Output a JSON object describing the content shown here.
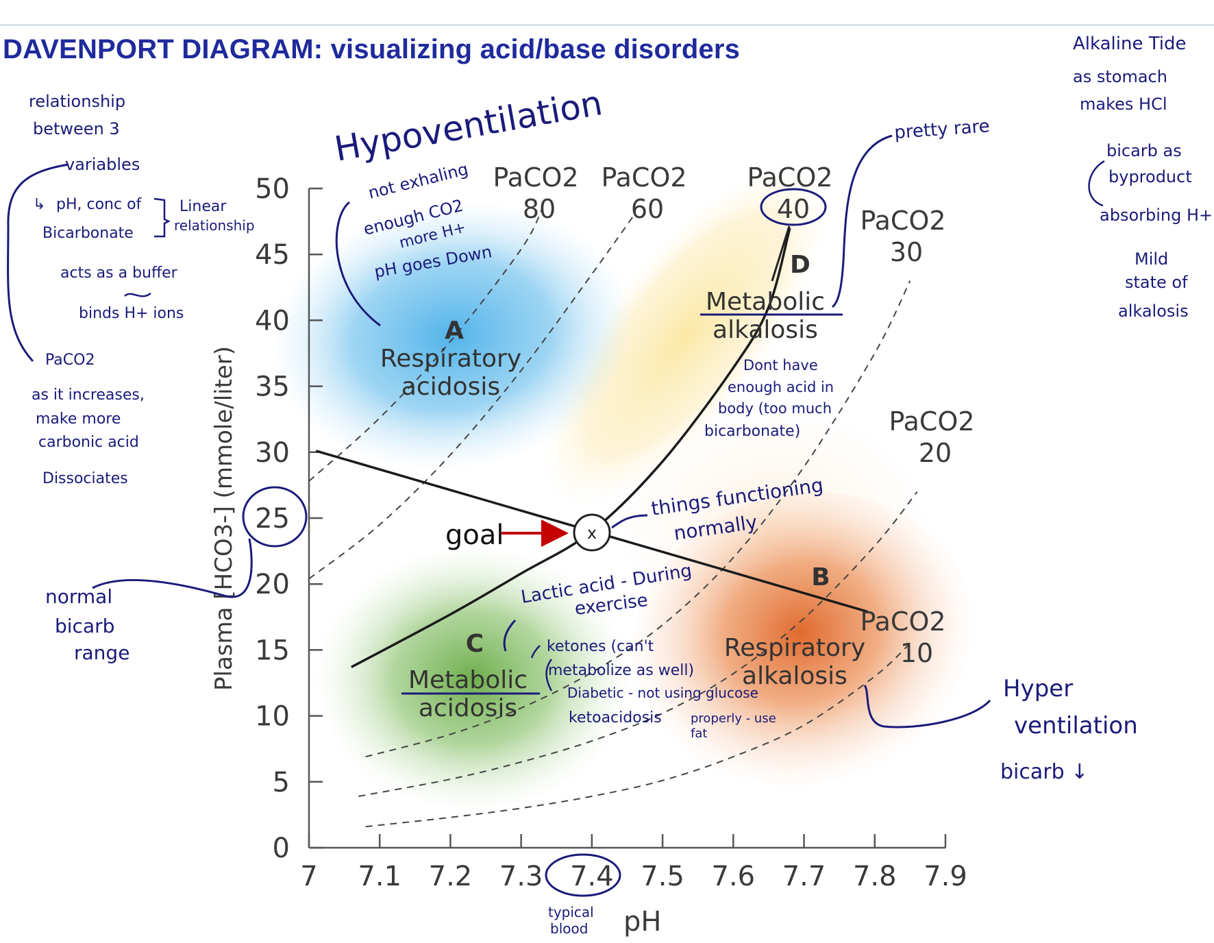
{
  "title": "DAVENPORT DIAGRAM: visualizing acid/base disorders",
  "colors": {
    "ink": "#1a1a7a",
    "title": "#1f2a9c",
    "axis": "#555555",
    "zone_blue": "#5bb8ea",
    "zone_yellow": "#fbe9a8",
    "zone_green": "#79b65a",
    "zone_orange": "#e7834a",
    "goal_arrow": "#c40000"
  },
  "chart_data": {
    "type": "line",
    "xlabel": "pH",
    "ylabel": "Plasma [HCO3-] (mmole/liter)",
    "xlim": [
      7.0,
      7.9
    ],
    "ylim": [
      0,
      50
    ],
    "x_ticks": [
      "7",
      "7.1",
      "7.2",
      "7.3",
      "7.4",
      "7.5",
      "7.6",
      "7.7",
      "7.8",
      "7.9"
    ],
    "y_ticks": [
      "0",
      "5",
      "10",
      "15",
      "20",
      "25",
      "30",
      "35",
      "40",
      "45",
      "50"
    ],
    "isobars": [
      {
        "label_top": "PaCO2",
        "label_value": "80",
        "points": [
          [
            7.0,
            27.8
          ],
          [
            7.1,
            32.6
          ],
          [
            7.2,
            38.4
          ],
          [
            7.3,
            45.4
          ],
          [
            7.33,
            48.5
          ]
        ]
      },
      {
        "label_top": "PaCO2",
        "label_value": "60",
        "points": [
          [
            7.0,
            20.4
          ],
          [
            7.1,
            24.5
          ],
          [
            7.2,
            29.8
          ],
          [
            7.3,
            36.2
          ],
          [
            7.4,
            43.5
          ],
          [
            7.46,
            48.0
          ]
        ]
      },
      {
        "label_top": "PaCO2",
        "label_value": "40",
        "points": [
          [
            7.06,
            13.7
          ],
          [
            7.2,
            17.7
          ],
          [
            7.3,
            20.8
          ],
          [
            7.4,
            24.0
          ],
          [
            7.5,
            29.3
          ],
          [
            7.6,
            36.4
          ],
          [
            7.65,
            41.0
          ],
          [
            7.68,
            47.0
          ]
        ]
      },
      {
        "label_top": "PaCO2",
        "label_value": "30",
        "points": [
          [
            7.08,
            6.9
          ],
          [
            7.2,
            8.6
          ],
          [
            7.3,
            10.6
          ],
          [
            7.4,
            13.3
          ],
          [
            7.5,
            16.9
          ],
          [
            7.6,
            22.0
          ],
          [
            7.7,
            28.9
          ],
          [
            7.8,
            37.5
          ],
          [
            7.85,
            43.0
          ]
        ]
      },
      {
        "label_top": "PaCO2",
        "label_value": "20",
        "points": [
          [
            7.07,
            3.9
          ],
          [
            7.2,
            5.2
          ],
          [
            7.3,
            6.5
          ],
          [
            7.4,
            8.1
          ],
          [
            7.5,
            10.2
          ],
          [
            7.6,
            13.2
          ],
          [
            7.7,
            17.4
          ],
          [
            7.8,
            22.9
          ],
          [
            7.86,
            27.0
          ]
        ]
      },
      {
        "label_top": "PaCO2",
        "label_value": "10",
        "points": [
          [
            7.08,
            1.6
          ],
          [
            7.2,
            2.3
          ],
          [
            7.3,
            3.0
          ],
          [
            7.4,
            3.9
          ],
          [
            7.5,
            5.1
          ],
          [
            7.6,
            6.9
          ],
          [
            7.7,
            9.3
          ],
          [
            7.8,
            13.0
          ],
          [
            7.85,
            15.5
          ]
        ]
      }
    ],
    "buffer_line": {
      "points": [
        [
          7.01,
          30.1
        ],
        [
          7.4,
          24.0
        ],
        [
          7.79,
          17.9
        ]
      ]
    },
    "normal_point": {
      "x": 7.4,
      "y": 24,
      "label": "x"
    },
    "regions": [
      {
        "letter": "A",
        "name_line1": "Respiratory",
        "name_line2": "acidosis"
      },
      {
        "letter": "B",
        "name_line1": "Respiratory",
        "name_line2": "alkalosis"
      },
      {
        "letter": "C",
        "name_line1": "Metabolic",
        "name_line2": "acidosis"
      },
      {
        "letter": "D",
        "name_line1": "Metabolic",
        "name_line2": "alkalosis"
      }
    ]
  },
  "goal_label": "goal",
  "annotations": {
    "hypoventilation": "Hypoventilation",
    "not_exhaling_1": "not exhaling",
    "not_exhaling_2": "enough CO2",
    "not_exhaling_3": "more H+",
    "not_exhaling_4": "pH goes Down",
    "relationship_1": "relationship",
    "relationship_2": "between 3",
    "relationship_3": "variables",
    "ph_conc": "pH, conc of",
    "bicarbonate": "Bicarbonate",
    "linear_1": "Linear",
    "linear_2": "relationship",
    "buffer": "acts as a buffer",
    "binds": "binds H+ ions",
    "paco2": "PaCO2",
    "increases_1": "as it increases,",
    "increases_2": "make more",
    "increases_3": "carbonic acid",
    "dissociates": "Dissociates",
    "normal_bicarb_1": "normal",
    "normal_bicarb_2": "bicarb",
    "normal_bicarb_3": "range",
    "pretty_rare": "pretty rare",
    "alkaline_1": "Alkaline Tide",
    "alkaline_2": "as stomach",
    "alkaline_3": "makes HCl",
    "alkaline_4": "bicarb as",
    "alkaline_5": "byproduct",
    "alkaline_6": "absorbing H+",
    "alkaline_7": "Mild",
    "alkaline_8": "state of",
    "alkaline_9": "alkalosis",
    "dont_have_1": "Dont have",
    "dont_have_2": "enough acid in",
    "dont_have_3": "body (too much",
    "dont_have_4": "bicarbonate)",
    "functioning_1": "things functioning",
    "functioning_2": "normally",
    "lactic_1": "Lactic acid - During",
    "lactic_2": "exercise",
    "ketones_1": "ketones (can't",
    "ketones_2": "metabolize as well)",
    "ketones_3": "Diabetic - not using glucose",
    "ketones_4": "ketoacidosis",
    "ketones_5": "properly - use",
    "ketones_6": "fat",
    "hyper_1": "Hyper",
    "hyper_2": "ventilation",
    "hyper_3": "bicarb ↓",
    "typical_1": "typical",
    "typical_2": "blood"
  }
}
